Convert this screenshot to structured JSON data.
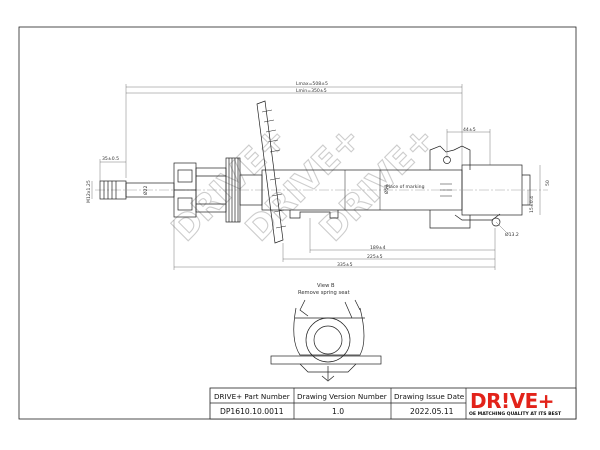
{
  "title_block": {
    "part_number_header": "DRIVE+ Part Number",
    "part_number_value": "DP1610.10.0011",
    "version_header": "Drawing Version  Number",
    "version_value": "1.0",
    "issue_date_header": "Drawing Issue Date",
    "issue_date_value": "2022.05.11"
  },
  "logo": {
    "brand": "DR!VE+",
    "tagline": "OE MATCHING QUALITY AT ITS BEST",
    "color": "#e2231a"
  },
  "watermark": {
    "text": "DRIVE+"
  },
  "dimensions": {
    "lmax": "Lmax=508±5",
    "lmin": "Lmin=350±5",
    "d_335": "335±5",
    "d_225": "225±5",
    "d_189": "189±4",
    "d_44": "44±5",
    "d_35": "35±0.5",
    "d_m12": "M12x1.25",
    "d_22": "Ø22",
    "d_50": "Ø50",
    "d_15": "15±0.4",
    "d_132": "Ø13.2",
    "d_50b": "50"
  },
  "notes": {
    "painted_marking": "Place of marking",
    "view_b": "View B",
    "remove_spring_seat": "Remove spring seat"
  },
  "colors": {
    "line": "#222222",
    "dim_line": "#555555"
  }
}
